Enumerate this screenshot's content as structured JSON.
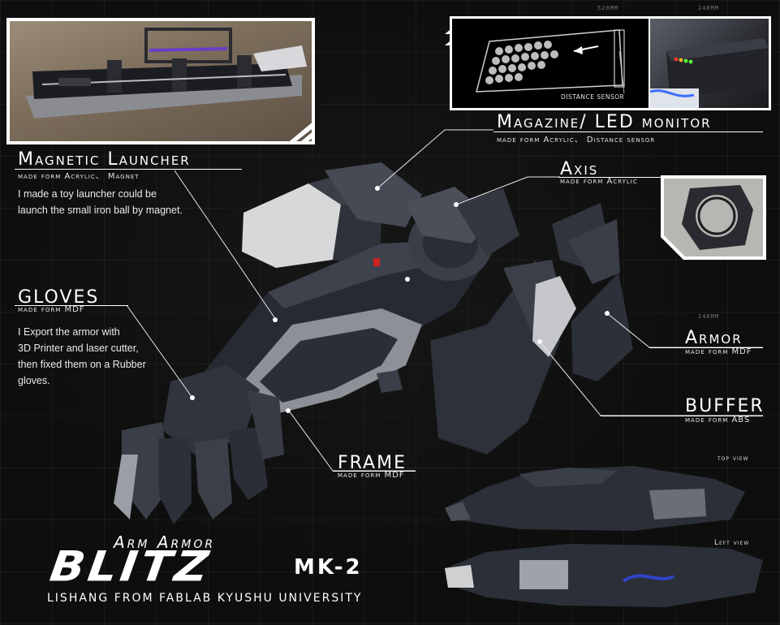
{
  "dimensions": {
    "top_left": "520MM",
    "top_right": "240MM",
    "armor": "240MM"
  },
  "magnetic_launcher": {
    "title": "Magnetic Launcher",
    "subtitle": "made form Acrylic、 Magnet",
    "description_line1": "I made a toy launcher could be",
    "description_line2": "launch the small iron ball by magnet."
  },
  "magazine": {
    "title": "Magazine/ LED monitor",
    "subtitle": "made form  Acrylic、 Distance sensor",
    "sensor_label": "DISTANCE SENSOR"
  },
  "axis": {
    "title": "Axis",
    "subtitle": "made form Acrylic"
  },
  "gloves": {
    "title": "GLOVES",
    "subtitle": "made form MDF",
    "description_line1": "I Export the armor with",
    "description_line2": "3D Printer and laser cutter,",
    "description_line3": "then fixed them on a Rubber",
    "description_line4": "gloves."
  },
  "armor": {
    "title": "Armor",
    "subtitle": "made form MDF"
  },
  "buffer": {
    "title": "BUFFER",
    "subtitle": "made form  ABS"
  },
  "frame": {
    "title": "FRAME",
    "subtitle": "made form MDF"
  },
  "views": {
    "top": "top view",
    "left": "Left view"
  },
  "branding": {
    "tagline": "Arm Armor",
    "name": "BLITZ",
    "model": "MK-2",
    "credit": "LISHANG FROM FABLAB KYUSHU UNIVERSITY"
  },
  "colors": {
    "background": "#0e0e0e",
    "text": "#ffffff",
    "armor_dark": "#2f333b",
    "armor_light": "#cfd0d2",
    "accent_led": "#5aff3c"
  }
}
